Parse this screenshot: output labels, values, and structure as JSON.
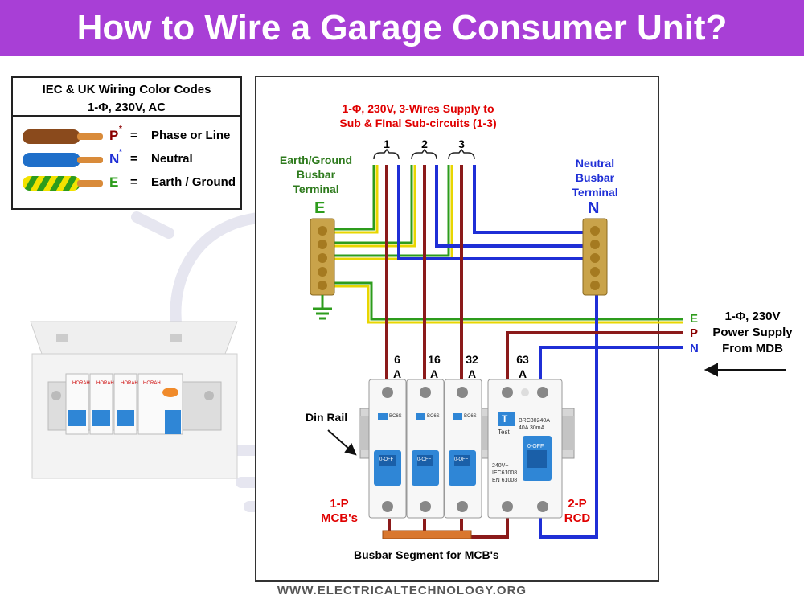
{
  "title": "How to Wire a Garage Consumer Unit?",
  "legend": {
    "heading_line1": "IEC & UK Wiring Color Codes",
    "heading_line2": "1-Φ, 230V, AC",
    "rows": [
      {
        "letter": "P",
        "star": "*",
        "eq": "=",
        "text": "Phase or Line",
        "color": "#8b0000"
      },
      {
        "letter": "N",
        "star": "*",
        "eq": "=",
        "text": "Neutral",
        "color": "#1f2fd6"
      },
      {
        "letter": "E",
        "star": "",
        "eq": "=",
        "text": "Earth / Ground",
        "color": "#2d9c1c"
      }
    ]
  },
  "supply_title_line1": "1-Φ, 230V, 3-Wires Supply to",
  "supply_title_line2": "Sub & FInal Sub-circuits (1-3)",
  "circuit_numbers": [
    "1",
    "2",
    "3"
  ],
  "earth_busbar": {
    "line1": "Earth/Ground",
    "line2": "Busbar",
    "line3": "Terminal",
    "letter": "E"
  },
  "neutral_busbar": {
    "line1": "Neutral",
    "line2": "Busbar",
    "line3": "Terminal",
    "letter": "N"
  },
  "mcb_ratings": [
    {
      "value": "6",
      "unit": "A"
    },
    {
      "value": "16",
      "unit": "A"
    },
    {
      "value": "32",
      "unit": "A"
    }
  ],
  "rcd_rating": {
    "value": "63",
    "unit": "A"
  },
  "incoming": {
    "letters": [
      "E",
      "P",
      "N"
    ],
    "label_line1": "1-Φ, 230V",
    "label_line2": "Power Supply",
    "label_line3": "From MDB"
  },
  "din_rail_label": "Din Rail",
  "mcb_label_line1": "1-P",
  "mcb_label_line2": "MCB's",
  "rcd_label_line1": "2-P",
  "rcd_label_line2": "RCD",
  "busbar_segment_label": "Busbar Segment for MCB's",
  "rcd_face": {
    "brand": "BRC30240A",
    "rating": "40A 30mA",
    "test": "Test",
    "off": "0-OFF",
    "spec1": "240V~",
    "spec2": "IEC61008",
    "spec3": "EN 61008",
    "t": "T"
  },
  "mcb_face": {
    "off": "0-OFF",
    "model": "BC6S"
  },
  "unit_brand": "HORAH",
  "website": "WWW.ELECTRICALTECHNOLOGY.ORG",
  "colors": {
    "title_bg": "#a83fd6",
    "phase": "#8b0000",
    "neutral": "#1f2fd6",
    "earth_green": "#2d9c1c",
    "earth_yellow": "#f2e200",
    "label_red": "#e00000",
    "label_green": "#2d7a1c"
  }
}
